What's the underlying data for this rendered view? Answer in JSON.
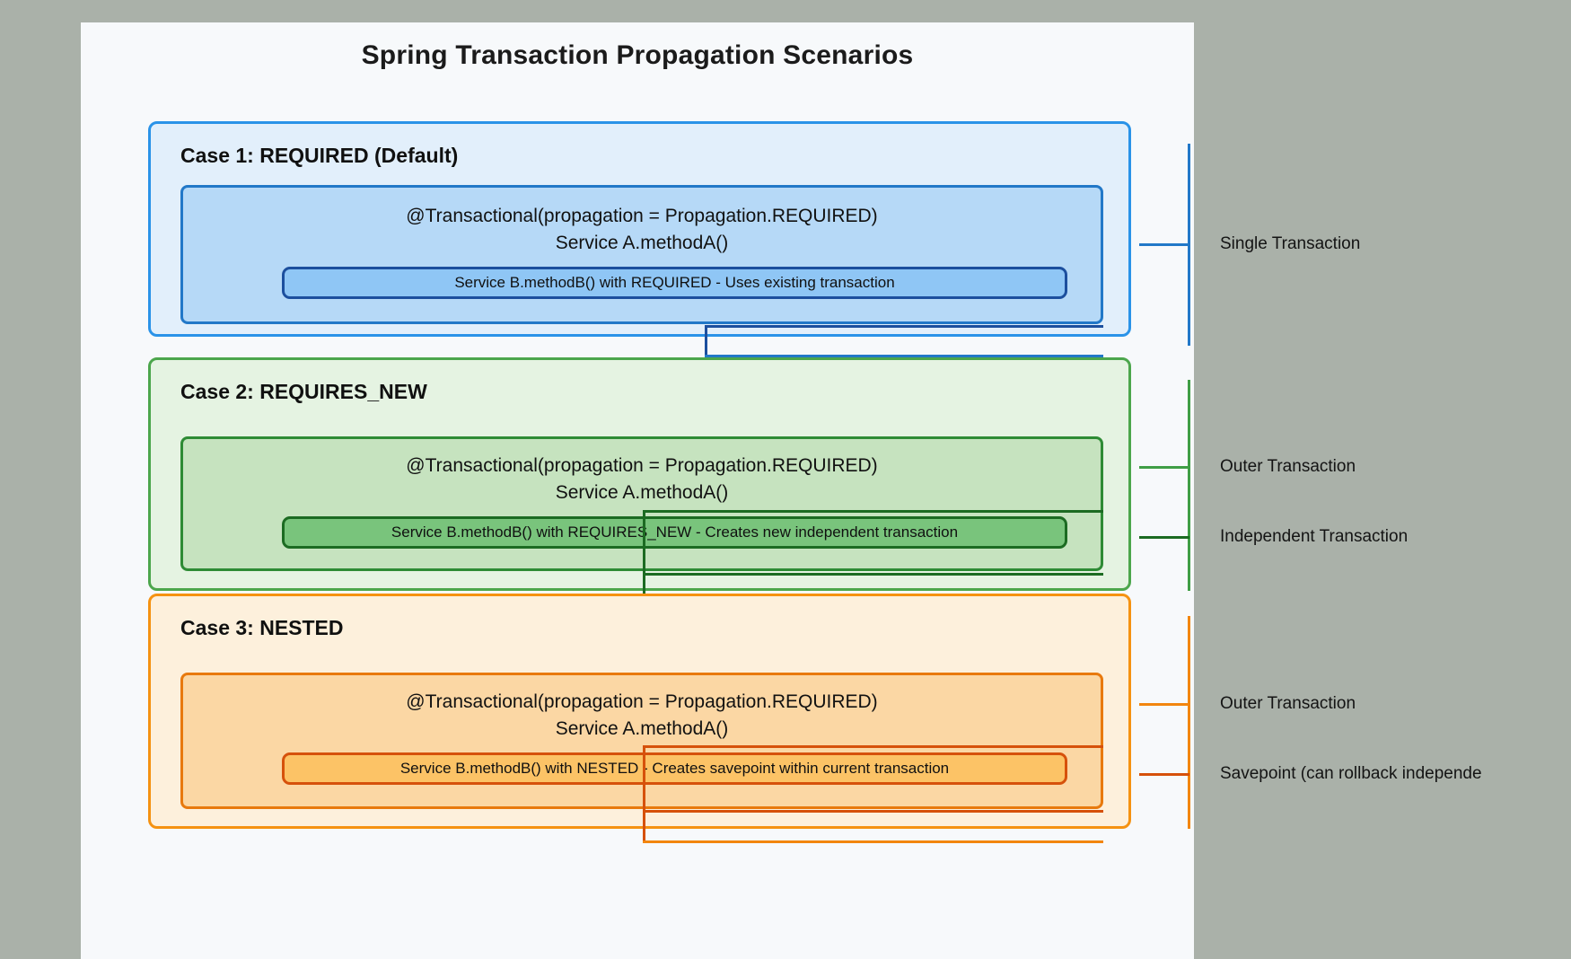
{
  "page": {
    "background_color": "#aab1a9",
    "canvas_color": "#f7f9fb",
    "title": "Spring Transaction Propagation Scenarios"
  },
  "cases": [
    {
      "id": "case-1",
      "title": "Case 1: REQUIRED (Default)",
      "accent_color": "#2a93e8",
      "panel_fill": "#e2effb",
      "outer_fill": "#b6d9f7",
      "outer_border": "#2278c8",
      "inner_fill": "#8fc6f5",
      "inner_border": "#1c4f9e",
      "annotation_line1": "@Transactional(propagation = Propagation.REQUIRED)",
      "annotation_line2": "Service A.methodA()",
      "inner_label": "Service B.methodB() with REQUIRED - Uses existing transaction",
      "side_labels": [
        "Single Transaction"
      ]
    },
    {
      "id": "case-2",
      "title": "Case 2: REQUIRES_NEW",
      "accent_color": "#4ca64c",
      "panel_fill": "#e5f3e2",
      "outer_fill": "#c6e3bf",
      "outer_border": "#2e8b35",
      "inner_fill": "#79c47c",
      "inner_border": "#1c6b22",
      "annotation_line1": "@Transactional(propagation = Propagation.REQUIRED)",
      "annotation_line2": "Service A.methodA()",
      "inner_label": "Service B.methodB() with REQUIRES_NEW - Creates new independent transaction",
      "side_labels": [
        "Outer Transaction",
        "Independent Transaction"
      ]
    },
    {
      "id": "case-3",
      "title": "Case 3: NESTED",
      "accent_color": "#f59211",
      "panel_fill": "#fdf0dc",
      "outer_fill": "#fbd7a4",
      "outer_border": "#e8790d",
      "inner_fill": "#fcc366",
      "inner_border": "#d6510b",
      "annotation_line1": "@Transactional(propagation = Propagation.REQUIRED)",
      "annotation_line2": "Service A.methodA()",
      "inner_label": "Service B.methodB() with NESTED - Creates savepoint within current transaction",
      "side_labels": [
        "Outer Transaction",
        "Savepoint (can rollback independe"
      ]
    }
  ]
}
